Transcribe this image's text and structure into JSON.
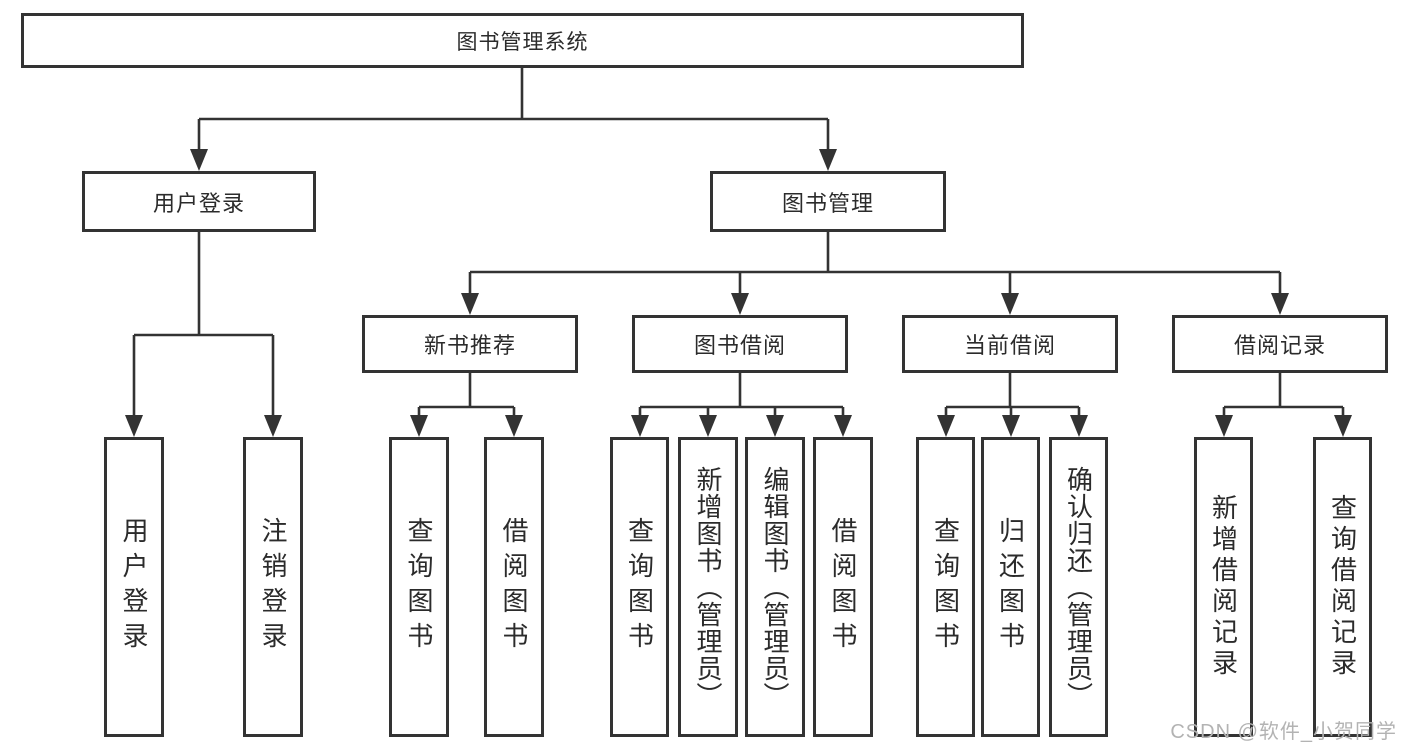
{
  "watermark": {
    "text": "CSDN @软件_小贺同学"
  },
  "colors": {
    "line": "#333333",
    "box_border": "#333333",
    "text": "#2b2b2b",
    "watermark": "#b3b3b3",
    "background": "#ffffff"
  },
  "nodes": {
    "root": "图书管理系统",
    "user_login": "用户登录",
    "book_mgmt": "图书管理",
    "new_book_rec": "新书推荐",
    "book_borrow": "图书借阅",
    "current_borrow": "当前借阅",
    "borrow_records": "借阅记录",
    "leaf_user_login": "用户登录",
    "leaf_logout": "注销登录",
    "leaf_query_book_1": "查询图书",
    "leaf_borrow_book_1": "借阅图书",
    "leaf_query_book_2": "查询图书",
    "leaf_add_book_admin": "新增图书（管理员）",
    "leaf_edit_book_admin": "编辑图书（管理员）",
    "leaf_borrow_book_2": "借阅图书",
    "leaf_query_book_3": "查询图书",
    "leaf_return_book": "归还图书",
    "leaf_confirm_return_admin": "确认归还（管理员）",
    "leaf_add_borrow_record": "新增借阅记录",
    "leaf_query_borrow_record": "查询借阅记录"
  }
}
